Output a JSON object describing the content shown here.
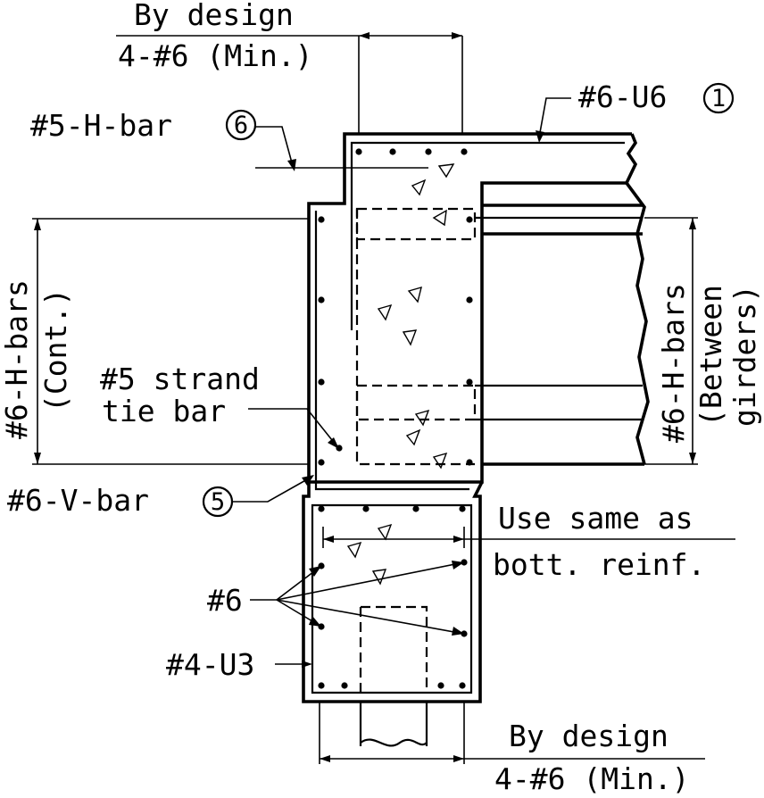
{
  "labels": {
    "top_by_design": "By design",
    "top_min_bars": "4-#6 (Min.)",
    "u6_bar": "#6-U6",
    "u6_mark": "1",
    "h_bar_top": "#5-H-bar",
    "h_bar_top_mark": "6",
    "left_h_bars": "#6-H-bars",
    "left_cont": "(Cont.)",
    "right_h_bars": "#6-H-bars",
    "right_between": "(Between",
    "right_girders": "girders)",
    "strand_tie_1": "#5 strand",
    "strand_tie_2": "tie bar",
    "v_bar": "#6-V-bar",
    "v_bar_mark": "5",
    "use_same_1": "Use same as",
    "use_same_2": "bott. reinf.",
    "bar6": "#6",
    "u3_bar": "#4-U3",
    "bottom_by_design": "By design",
    "bottom_min_bars": "4-#6 (Min.)"
  }
}
